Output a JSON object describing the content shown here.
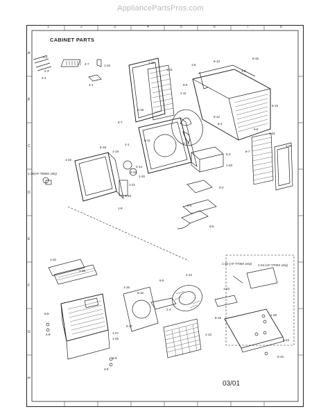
{
  "watermark": "AppliancePartsPros.com",
  "title": "CABINET PARTS",
  "date": "03/01",
  "grid": {
    "cols": [
      "1",
      "2",
      "3",
      "4",
      "5",
      "6",
      "7",
      "8"
    ],
    "rows": [
      "A",
      "B",
      "C",
      "D",
      "E",
      "F",
      "G",
      "H"
    ]
  },
  "labels": {
    "l4_2": "4-2",
    "l4_3": "4-3",
    "l4_4": "4-4",
    "l4_7": "4-7",
    "l4_1": "4-1",
    "l1_24": "1-24",
    "l1_29": "1-29",
    "l1_31a": "1-31",
    "l1_8": "1-8",
    "l6_13": "6-13",
    "l6_15a": "6-15",
    "l1_3": "1-3",
    "l5_5": "5-5",
    "l1_11": "1-11",
    "l6_12": "6-12",
    "l6_4": "6-4",
    "l6_15b": "6-15",
    "l6_8": "6-8",
    "l6_7a": "6-7",
    "l6_18a": "6-18",
    "l1_15": "1-15",
    "l1_31b": "1-31",
    "l6_7b": "6-7",
    "l1_30": "1-30",
    "l6_11": "6-11",
    "l5_3": "5-3",
    "l1_33": "1-33",
    "l1_22": "1-22",
    "l6_18b": "6-18",
    "l1_1": "1-1",
    "l1_19": "1-19",
    "l2_14": "2-14",
    "l1_38": "1-38(AF-T506X only)",
    "l6_19": "6-19",
    "l1_20": "1-20",
    "l1_21": "1-21",
    "l6_10a": "6-10",
    "l1_9": "1-9",
    "l5_2": "5-2",
    "l2_6": "2-6",
    "l5_6": "5-6",
    "l1_32": "1-32",
    "l1_26a": "1-26",
    "l1_35": "1-35 (AF-T706X only)",
    "l1_34": "1-34 (AF-T706X only)",
    "l6_5": "6-5",
    "l1_12": "1-12",
    "l1_16": "1-16",
    "l6_10b": "6-10",
    "l1_23": "1-23",
    "l1_4": "1-4",
    "l6_9": "6-9",
    "l4_8a": "4-8",
    "l1_27": "1-27",
    "l1_25": "1-25",
    "l6_17": "6-17",
    "l6_10c": "6-10",
    "l1_28": "1-28",
    "l1_13": "1-13",
    "l6_23": "6-23",
    "l6_6": "6-6",
    "l4_8b": "4-8",
    "l6_10d": "6-10"
  }
}
